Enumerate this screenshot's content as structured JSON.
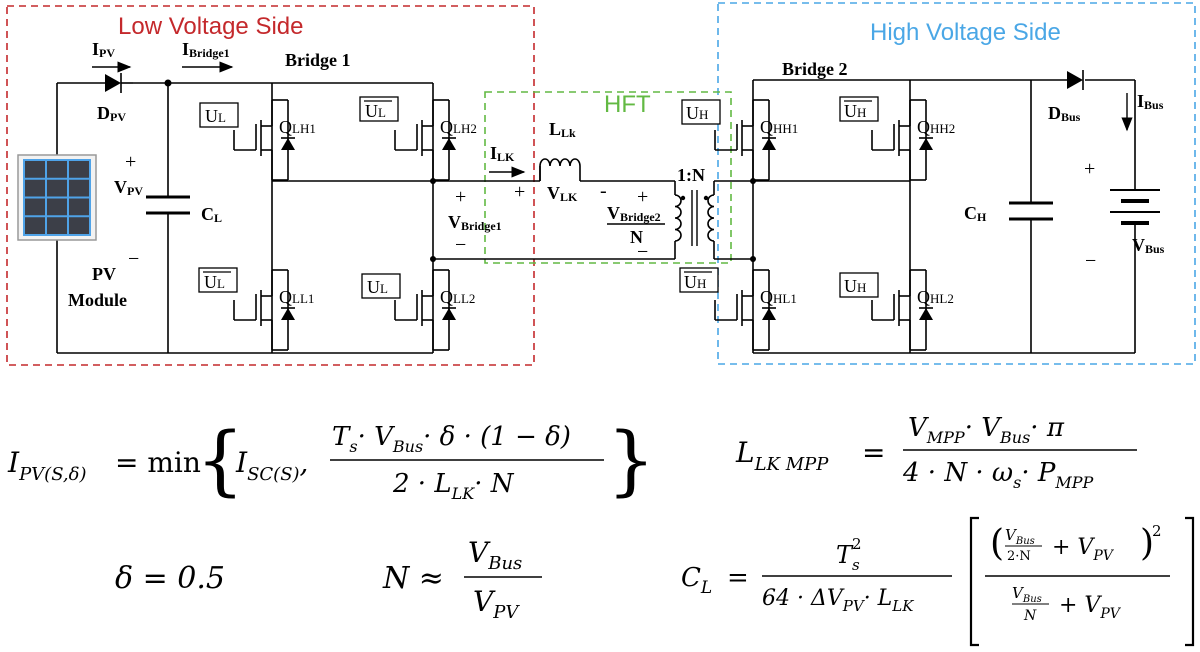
{
  "regions": {
    "low": {
      "label": "Low Voltage Side",
      "color": "#c4292c"
    },
    "high": {
      "label": "High Voltage Side",
      "color": "#4aa7e6"
    },
    "hft": {
      "label": "HFT",
      "color": "#62b943"
    }
  },
  "labels": {
    "bridge1": "Bridge 1",
    "bridge2": "Bridge 2",
    "pv_module_1": "PV",
    "pv_module_2": "Module",
    "ratio": "1:N",
    "over_n": "N"
  },
  "symbols": {
    "I": "I",
    "D": "D",
    "V": "V",
    "C": "C",
    "L": "L",
    "Q": "Q",
    "U": "U",
    "pv_sub": "PV",
    "bridge1_sub": "Bridge1",
    "bridge2_sub": "Bridge2",
    "lk_sub": "Lk",
    "lk2_sub": "LK",
    "bus_sub": "Bus",
    "l_sub": "L",
    "h_sub": "H",
    "lh1": "LH1",
    "lh2": "LH2",
    "ll1": "LL1",
    "ll2": "LL2",
    "hh1": "HH1",
    "hh2": "HH2",
    "hl1": "HL1",
    "hl2": "HL2",
    "plus": "+",
    "minus": "−",
    "dash": "-"
  },
  "equations": {
    "eq1_lhs": "I",
    "eq1_lhs_sub": "PV(S,δ)",
    "eq1_min": "= min",
    "eq1_isc": "I",
    "eq1_isc_sub": "SC(S)",
    "eq1_num": "T",
    "eq1_num_rest": "· V",
    "eq1_num_rest2": "· δ · (1 − δ)",
    "eq1_den": "2 · L",
    "eq1_den_rest": "· N",
    "eq2_lhs": "L",
    "eq2_lhs_sub": "LK MPP",
    "eq2_num": "V",
    "eq2_num_sub1": "MPP",
    "eq2_num_mid": "· V",
    "eq2_num_sub2": "Bus",
    "eq2_num_end": "· π",
    "eq2_den": "4 · N · ω",
    "eq2_den_sub": "s",
    "eq2_den_mid": "· P",
    "eq2_den_sub2": "MPP",
    "eq3": "δ  =  0.5",
    "eq4_lhs": "N ≈",
    "eq4_num": "V",
    "eq4_num_sub": "Bus",
    "eq4_den": "V",
    "eq4_den_sub": "PV",
    "eq5_lhs": "C",
    "eq5_lhs_sub": "L",
    "eq5_eq": "=",
    "eq5_num": "T",
    "eq5_num_sup": "2",
    "eq5_num_sub": "s",
    "eq5_den": "64 · ΔV",
    "eq5_den_sub": "PV",
    "eq5_den_mid": "· L",
    "eq5_den_sub2": "LK",
    "eq5_inner_num_plus": "+ V",
    "eq5_inner_num_sub": "PV",
    "eq5_sq": "2",
    "eq5_vbus": "V",
    "eq5_vbus_sub": "Bus",
    "eq5_2n": "2·N",
    "eq5_n": "N",
    "eq5_den2_plus": "+ V",
    "eq5_den2_sub": "PV",
    "eq1_s": "s",
    "eq1_bus": "Bus",
    "eq1_lk": "LK"
  }
}
